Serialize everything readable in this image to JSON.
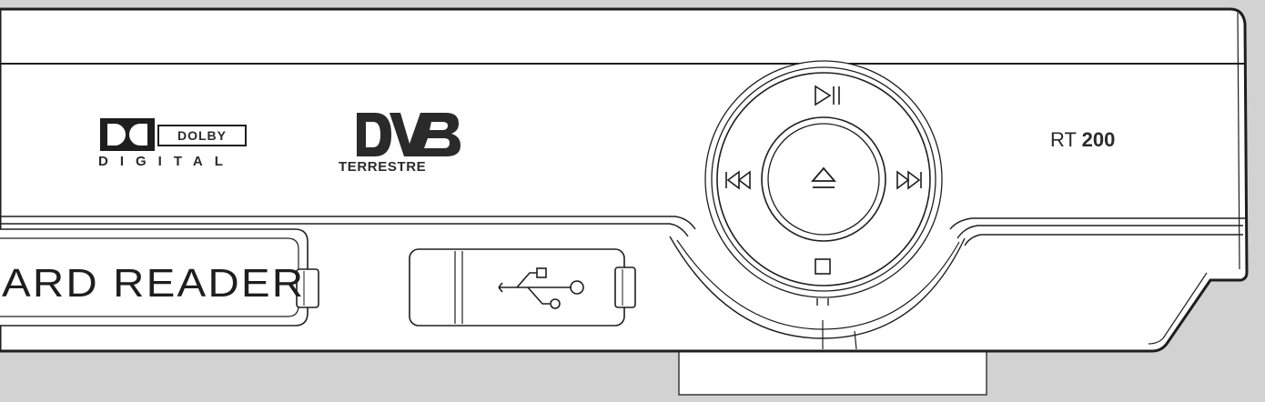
{
  "logos": {
    "dolby": {
      "word": "DOLBY",
      "sub": "DIGITAL",
      "icon": "dolby-double-d-icon"
    },
    "dvb": {
      "mark": "DVB",
      "sub": "TERRESTRE"
    }
  },
  "model": {
    "prefix": "RT ",
    "number": "200"
  },
  "card_reader": {
    "label": "ARD READER"
  },
  "usb": {
    "icon": "usb-icon"
  },
  "nav_ring": {
    "top": "play-pause-icon",
    "left": "skip-back-icon",
    "right": "skip-forward-icon",
    "bottom": "stop-icon",
    "center": "eject-icon"
  },
  "colors": {
    "body": "#ffffff",
    "background": "#d2d2d2",
    "outline": "#1e1e1e"
  }
}
